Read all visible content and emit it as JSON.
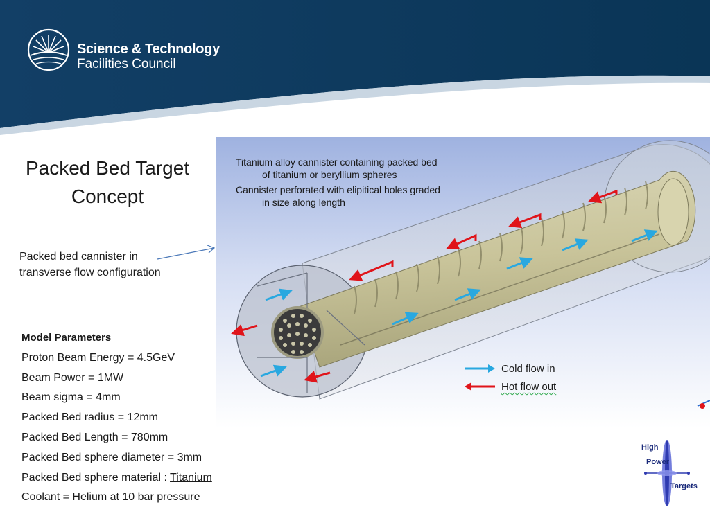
{
  "header": {
    "logo_line1": "Science & Technology",
    "logo_line2": "Facilities Council",
    "colors": {
      "navy": "#0d3a5e",
      "swoosh": "#c9d6e2"
    }
  },
  "slide": {
    "title_line1": "Packed Bed Target",
    "title_line2": "Concept",
    "caption_line1": "Packed bed cannister in",
    "caption_line2": "transverse flow configuration"
  },
  "figure_notes": {
    "note1": "Titanium alloy cannister containing packed bed of titanium or beryllium spheres",
    "note2": "Cannister perforated with elipitical holes graded in size along length"
  },
  "legend": {
    "cold": "Cold flow in",
    "hot": "Hot flow out",
    "cold_color": "#29a8e0",
    "hot_color": "#e0141a"
  },
  "model_parameters": {
    "heading": "Model Parameters",
    "energy": "Proton Beam Energy  = 4.5GeV",
    "power": "Beam Power = 1MW",
    "sigma": "Beam sigma = 4mm",
    "radius": "Packed Bed radius = 12mm",
    "length": "Packed Bed Length = 780mm",
    "sphere_diameter": "Packed Bed sphere diameter = 3mm",
    "material_prefix": "Packed Bed sphere material : ",
    "material_value": "Titanium",
    "coolant": "Coolant = Helium at 10 bar pressure"
  },
  "hpt_logo": {
    "word1": "High",
    "word2": "Power",
    "word3": "Targets"
  }
}
